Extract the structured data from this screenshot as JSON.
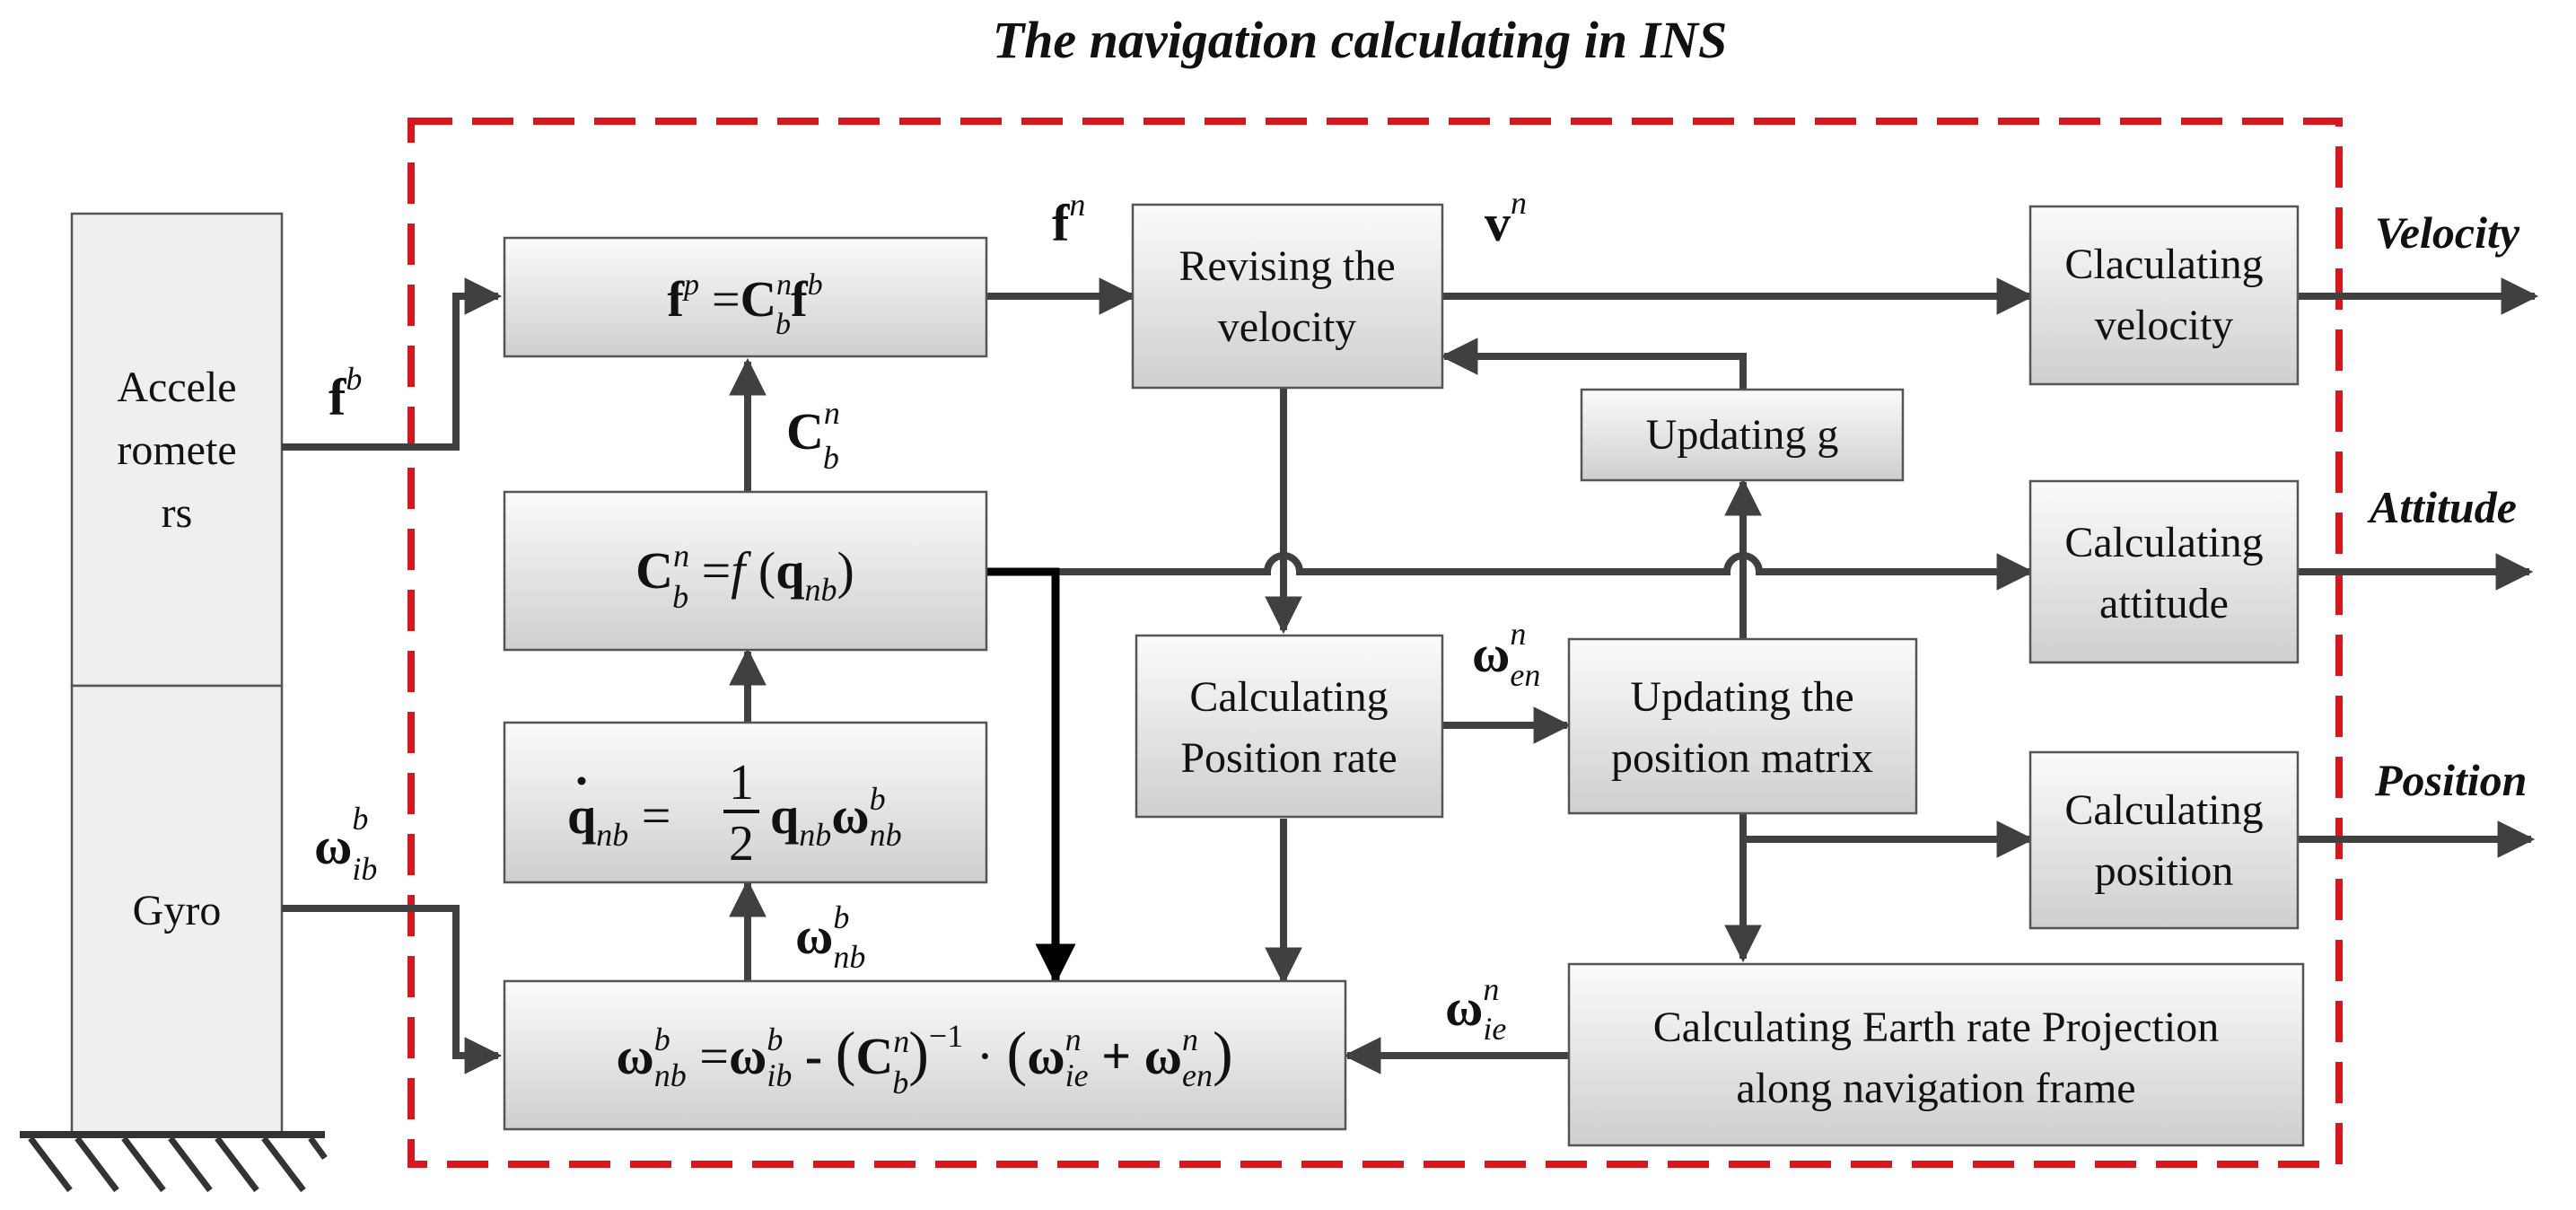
{
  "title": "The navigation calculating in INS",
  "colors": {
    "frame": "#d9161c",
    "arrow": "#404040",
    "box_top": "#fbfbfb",
    "box_bottom": "#cfcfcf"
  },
  "sensors": {
    "accelerometers": [
      "Accele",
      "romete",
      "rs"
    ],
    "gyro": "Gyro"
  },
  "inputs": {
    "accel_output": "f^b",
    "gyro_output": "ω_ib^b"
  },
  "boxes": {
    "specific_force_transform": "f^p = C_b^n f^b",
    "dcm_from_quaternion": "C_b^n = f(q_nb)",
    "quaternion_update": "q̇_nb = 1/2 q_nb ω_nb^b",
    "angular_rate_compensation": "ω_nb^b = ω_ib^b - (C_b^n)^-1 · (ω_ie^n + ω_en^n)",
    "revising_velocity": [
      "Revising the",
      "velocity"
    ],
    "updating_g": "Updating g",
    "calculating_position_rate": [
      "Calculating",
      "Position rate"
    ],
    "updating_position_matrix": [
      "Updating the",
      "position matrix"
    ],
    "calculating_earth_rate": [
      "Calculating Earth rate Projection",
      "along navigation frame"
    ],
    "calculating_velocity": [
      "Claculating",
      "velocity"
    ],
    "calculating_attitude": [
      "Calculating",
      "attitude"
    ],
    "calculating_position": [
      "Calculating",
      "position"
    ]
  },
  "signals": {
    "f_n": "f^n",
    "v_n": "v^n",
    "c_b_n": "C_b^n",
    "omega_en_n": "ω_en^n",
    "omega_ie_n": "ω_ie^n",
    "omega_nb_b": "ω_nb^b"
  },
  "outputs": {
    "velocity": "Velocity",
    "attitude": "Attitude",
    "position": "Position"
  },
  "icons": {
    "ground": "ground-hatch-icon",
    "arrowhead": "arrowhead-icon"
  }
}
